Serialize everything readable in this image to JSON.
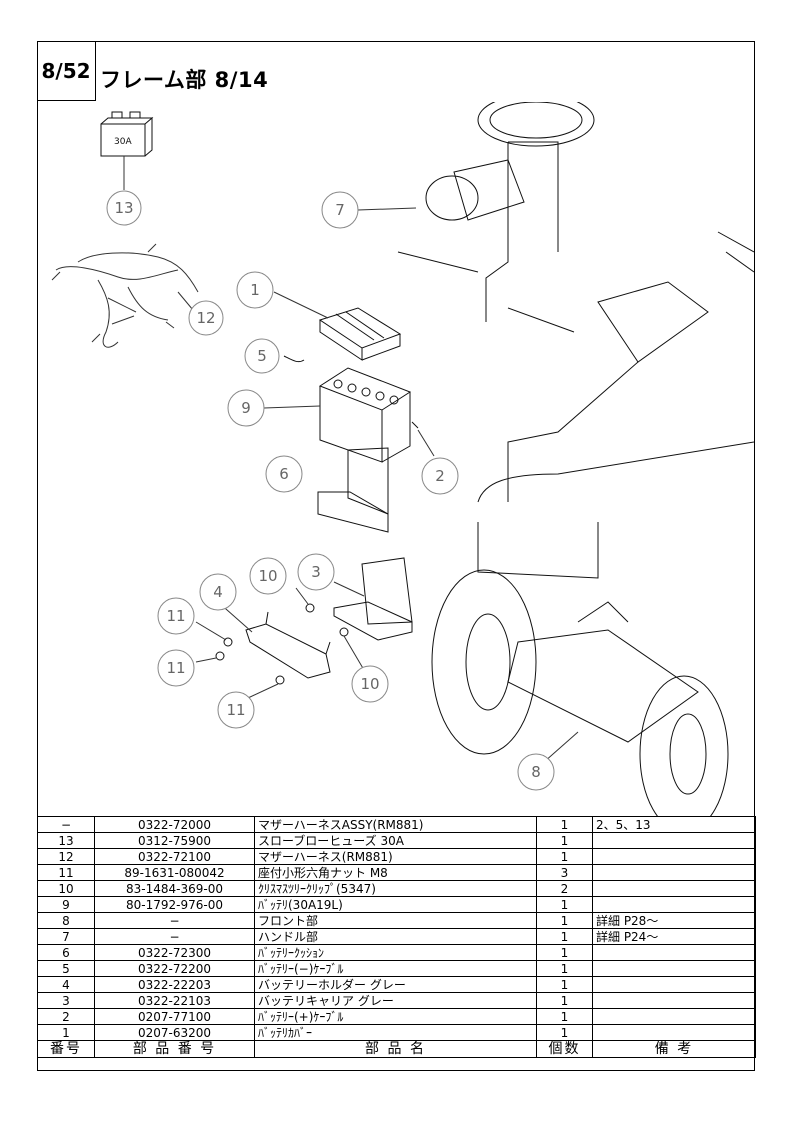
{
  "page": {
    "number": "8/52",
    "title": "フレーム部 8/14"
  },
  "callouts": {
    "fuse": "13",
    "harness": "12",
    "handle": "7",
    "cover": "1",
    "cable_neg": "5",
    "battery": "9",
    "cable_pos": "2",
    "cushion": "6",
    "carrier": "3",
    "holder": "4",
    "clip_a": "10",
    "clip_b": "10",
    "nut_a": "11",
    "nut_b": "11",
    "nut_c": "11",
    "front": "8"
  },
  "labels": {
    "fuse_rating": "30A"
  },
  "table": {
    "headers": {
      "no": "番号",
      "part_no": "部 品 番 号",
      "name": "部 品 名",
      "qty": "個数",
      "remarks": "備 考"
    },
    "rows": [
      {
        "no": "−",
        "part_no": "0322-72000",
        "name": "マザーハーネスASSY(RM881)",
        "qty": "1",
        "remarks": "2、5、13"
      },
      {
        "no": "13",
        "part_no": "0312-75900",
        "name": "スローブローヒューズ 30A",
        "qty": "1",
        "remarks": ""
      },
      {
        "no": "12",
        "part_no": "0322-72100",
        "name": "マザーハーネス(RM881)",
        "qty": "1",
        "remarks": ""
      },
      {
        "no": "11",
        "part_no": "89-1631-080042",
        "name": "座付小形六角ナット M8",
        "qty": "3",
        "remarks": ""
      },
      {
        "no": "10",
        "part_no": "83-1484-369-00",
        "name": "ｸﾘｽﾏｽﾂﾘｰｸﾘｯﾌﾟ(5347)",
        "qty": "2",
        "remarks": ""
      },
      {
        "no": "9",
        "part_no": "80-1792-976-00",
        "name": "ﾊﾞｯﾃﾘ(30A19L)",
        "qty": "1",
        "remarks": ""
      },
      {
        "no": "8",
        "part_no": "−",
        "name": "フロント部",
        "qty": "1",
        "remarks": "詳細 P28〜"
      },
      {
        "no": "7",
        "part_no": "−",
        "name": "ハンドル部",
        "qty": "1",
        "remarks": "詳細 P24〜"
      },
      {
        "no": "6",
        "part_no": "0322-72300",
        "name": "ﾊﾞｯﾃﾘｰｸｯｼｮﾝ",
        "qty": "1",
        "remarks": ""
      },
      {
        "no": "5",
        "part_no": "0322-72200",
        "name": "ﾊﾞｯﾃﾘｰ(−)ｹｰﾌﾞﾙ",
        "qty": "1",
        "remarks": ""
      },
      {
        "no": "4",
        "part_no": "0322-22203",
        "name": "バッテリーホルダー グレー",
        "qty": "1",
        "remarks": ""
      },
      {
        "no": "3",
        "part_no": "0322-22103",
        "name": "バッテリキャリア グレー",
        "qty": "1",
        "remarks": ""
      },
      {
        "no": "2",
        "part_no": "0207-77100",
        "name": "ﾊﾞｯﾃﾘｰ(+)ｹｰﾌﾞﾙ",
        "qty": "1",
        "remarks": ""
      },
      {
        "no": "1",
        "part_no": "0207-63200",
        "name": "ﾊﾞｯﾃﾘｶﾊﾞｰ",
        "qty": "1",
        "remarks": ""
      }
    ]
  }
}
